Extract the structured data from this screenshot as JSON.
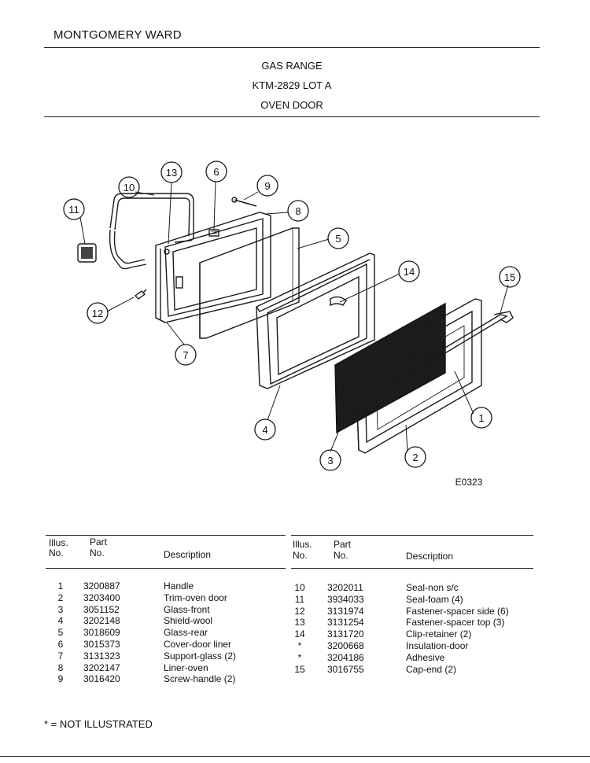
{
  "header": {
    "brand": "MONTGOMERY WARD",
    "product": "GAS RANGE",
    "model": "KTM-2829 LOT A",
    "section": "OVEN DOOR"
  },
  "diagram": {
    "figure_code": "E0323",
    "callouts": [
      "1",
      "2",
      "3",
      "4",
      "5",
      "6",
      "7",
      "8",
      "9",
      "10",
      "11",
      "12",
      "13",
      "14",
      "15"
    ]
  },
  "parts_table": {
    "headers": {
      "illus_top": "Illus.",
      "illus_bottom": "No.",
      "part_top": "Part",
      "part_bottom": "No.",
      "description": "Description"
    },
    "left": [
      {
        "no": "1",
        "part": "3200887",
        "desc": "Handle"
      },
      {
        "no": "2",
        "part": "3203400",
        "desc": "Trim-oven door"
      },
      {
        "no": "3",
        "part": "3051152",
        "desc": "Glass-front"
      },
      {
        "no": "4",
        "part": "3202148",
        "desc": "Shield-wool"
      },
      {
        "no": "5",
        "part": "3018609",
        "desc": "Glass-rear"
      },
      {
        "no": "6",
        "part": "3015373",
        "desc": "Cover-door liner"
      },
      {
        "no": "7",
        "part": "3131323",
        "desc": "Support-glass (2)"
      },
      {
        "no": "8",
        "part": "3202147",
        "desc": "Liner-oven"
      },
      {
        "no": "9",
        "part": "3016420",
        "desc": "Screw-handle (2)"
      }
    ],
    "right": [
      {
        "no": "10",
        "part": "3202011",
        "desc": "Seal-non s/c"
      },
      {
        "no": "11",
        "part": "3934033",
        "desc": "Seal-foam (4)"
      },
      {
        "no": "12",
        "part": "3131974",
        "desc": "Fastener-spacer side (6)"
      },
      {
        "no": "13",
        "part": "3131254",
        "desc": "Fastener-spacer top (3)"
      },
      {
        "no": "14",
        "part": "3131720",
        "desc": "Clip-retainer (2)"
      },
      {
        "no": "*",
        "part": "3200668",
        "desc": "Insulation-door"
      },
      {
        "no": "*",
        "part": "3204186",
        "desc": "Adhesive"
      },
      {
        "no": "15",
        "part": "3016755",
        "desc": "Cap-end (2)"
      }
    ]
  },
  "footnote": "* = NOT ILLUSTRATED"
}
